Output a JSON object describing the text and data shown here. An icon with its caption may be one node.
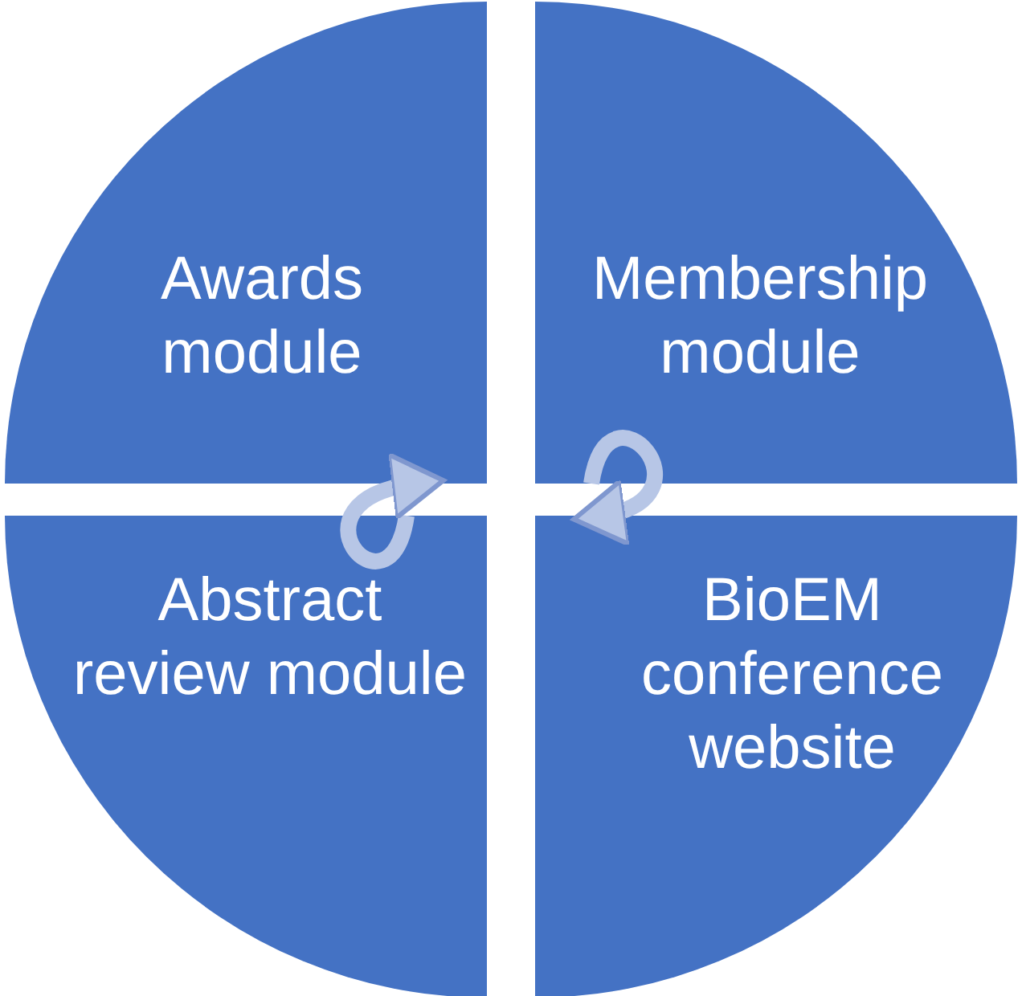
{
  "diagram": {
    "nodes": [
      {
        "text": [
          "Awards module"
        ]
      },
      {
        "text": [
          "Membership module"
        ]
      },
      {
        "text": [
          "Abstract review module"
        ]
      },
      {
        "text": [
          "BioEM conference website"
        ]
      }
    ],
    "edges": [
      {
        "from": 1,
        "to": 3,
        "arrow": "to"
      },
      {
        "from": 2,
        "to": 0,
        "arrow": "to"
      }
    ]
  }
}
